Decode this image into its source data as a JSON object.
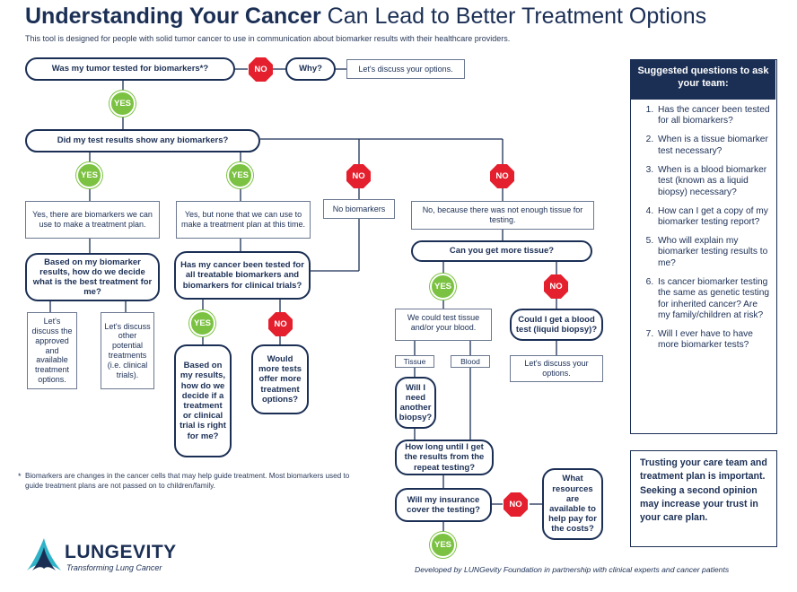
{
  "header": {
    "title_bold": "Understanding Your Cancer",
    "title_light": " Can Lead to Better Treatment Options",
    "subtitle": "This tool is designed for people with solid tumor cancer to use in communication about biomarker results with their healthcare providers."
  },
  "flow": {
    "q_tested": "Was my tumor tested for biomarkers*?",
    "why": "Why?",
    "discuss_options_1": "Let's discuss your options.",
    "q_results": "Did my test results show any biomarkers?",
    "a_yes_biomarkers": "Yes, there are biomarkers we can use to make a treatment plan.",
    "a_yes_none": "Yes, but none that we can use to make a treatment plan at this time.",
    "a_no_biomarkers": "No biomarkers",
    "a_not_enough": "No, because there was not enough tissue for testing.",
    "q_best_treatment": "Based on my biomarker results, how do we decide what is the best treatment for me?",
    "q_all_tested": "Has my cancer been tested for all treatable biomarkers and biomarkers for clinical trials?",
    "q_more_tissue": "Can you get more tissue?",
    "a_discuss_approved": "Let's discuss the approved and available treatment options.",
    "a_discuss_other": "Let's discuss other potential treatments (i.e. clinical trials).",
    "q_decide_trial": "Based on my results, how do we decide if a treatment or clinical trial is right for me?",
    "q_more_tests": "Would more tests offer more treatment options?",
    "a_test_tissue_blood": "We could test tissue and/or your blood.",
    "q_blood_test": "Could I get a blood test (liquid biopsy)?",
    "discuss_options_2": "Let's discuss your options.",
    "tissue": "Tissue",
    "blood": "Blood",
    "q_biopsy": "Will I need another biopsy?",
    "q_how_long": "How long until I get the results from the repeat testing?",
    "q_insurance": "Will my insurance cover the testing?",
    "q_resources": "What resources are available to help pay for the costs?",
    "yes_label": "YES",
    "no_label": "NO"
  },
  "sidebar": {
    "title": "Suggested questions to ask your team:",
    "questions": [
      "Has the cancer been tested for all biomarkers?",
      "When is a tissue biomarker test necessary?",
      "When is a blood biomarker test (known as a liquid biopsy) necessary?",
      "How can I get a copy of my biomarker testing report?",
      "Who will explain my biomarker testing results to me?",
      "Is cancer biomarker testing the same as genetic testing for inherited cancer? Are my family/children at risk?",
      "Will I ever have to have more biomarker tests?"
    ]
  },
  "trust_note": "Trusting your care team and treatment plan is important. Seeking a second opinion may increase your trust in your care plan.",
  "footnote": "Biomarkers are changes in the cancer cells that may help guide treatment. Most biomarkers used to guide treatment plans are not passed on to children/family.",
  "footnote_bullet": "*",
  "logo": {
    "name": "LUNGEVITY",
    "tagline": "Transforming Lung Cancer"
  },
  "credit": "Developed by LUNGevity Foundation in partnership with clinical experts and cancer patients",
  "colors": {
    "navy": "#1b2f55",
    "yes_green": "#7cc242",
    "no_red": "#e5202e",
    "logo_teal": "#2fb3c9"
  }
}
